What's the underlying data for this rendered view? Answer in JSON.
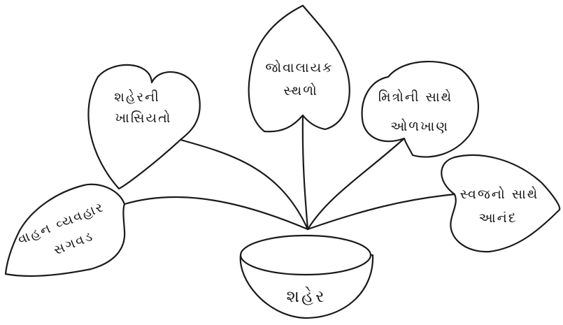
{
  "diagram": {
    "center": "શહેર",
    "leaves": [
      {
        "id": "left",
        "lines": [
          "શહેરની",
          "ખાસિયતો"
        ]
      },
      {
        "id": "top",
        "lines": [
          "જોવાલાયક",
          "સ્થળો"
        ]
      },
      {
        "id": "right-upper",
        "lines": [
          "મિત્રોની સાથે",
          "ઓળખાણ"
        ]
      },
      {
        "id": "right-lower",
        "lines": [
          "સ્વજનો સાથે",
          "આનંદ"
        ]
      },
      {
        "id": "bottom-left",
        "lines": [
          "વાહન વ્યવહાર",
          "સગવડ"
        ]
      }
    ]
  }
}
